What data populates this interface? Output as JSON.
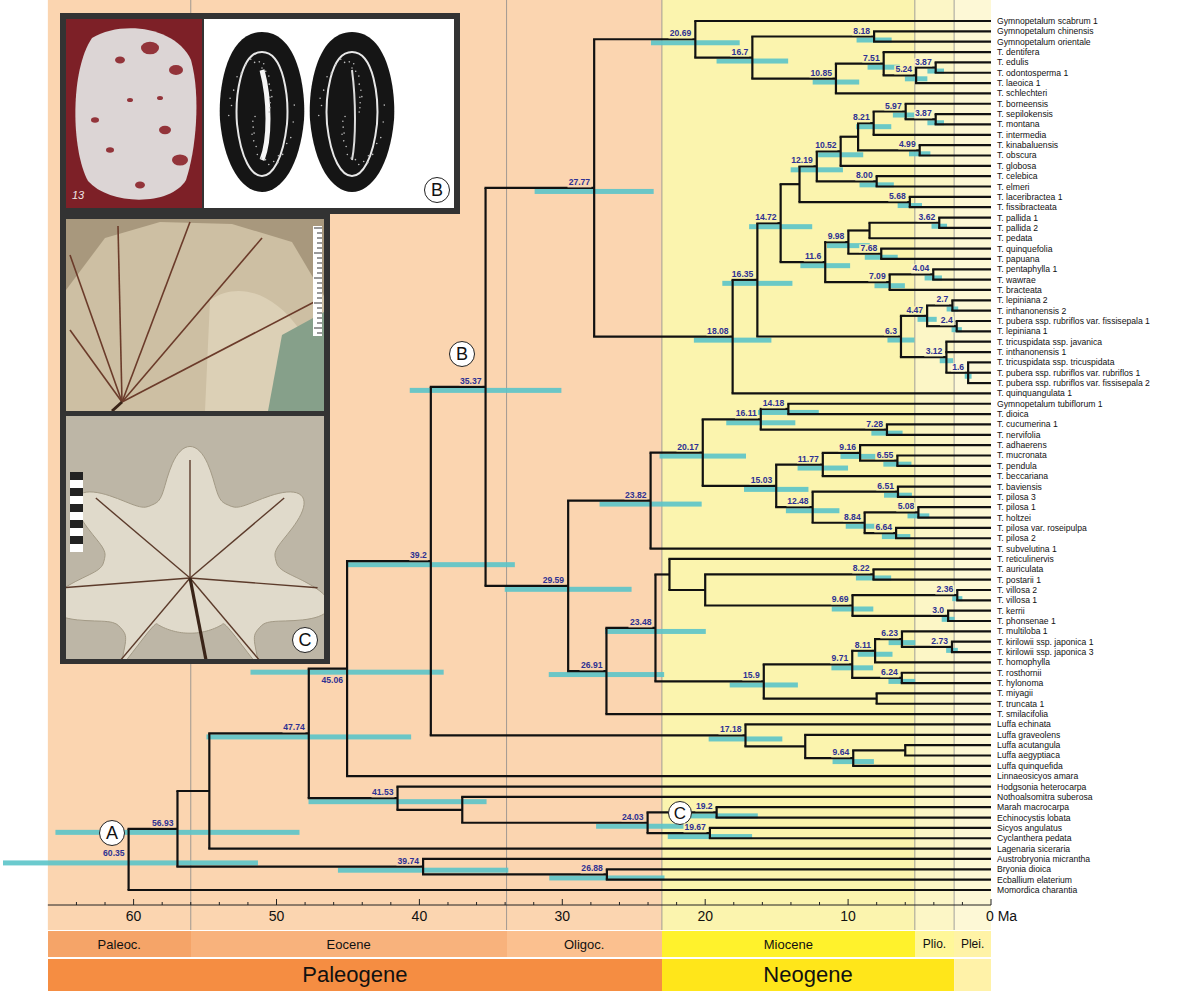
{
  "diagram": {
    "nodes": [
      {
        "text": [
          "B"
        ]
      },
      {
        "text": [
          "B"
        ]
      },
      {
        "text": [
          "C"
        ]
      },
      {
        "text": [
          "C"
        ]
      },
      {
        "text": [
          "A"
        ]
      },
      {
        "text": [
          "Paleoc."
        ]
      },
      {
        "text": [
          "Eocene"
        ]
      },
      {
        "text": [
          "Oligoc."
        ]
      },
      {
        "text": [
          "Miocene"
        ]
      },
      {
        "text": [
          "Plio."
        ]
      },
      {
        "text": [
          "Plei."
        ]
      },
      {
        "text": [
          "Paleogene"
        ]
      },
      {
        "text": [
          "Neogene"
        ]
      }
    ],
    "labels": [
      "Gymnopetalum scabrum 1",
      "Gymnopetalum chinensis",
      "Gymnopetalum orientale",
      "T. dentifera",
      "T. edulis",
      "T. odontosperma 1",
      "T. laeoica 1",
      "T. schlechteri",
      "T. borneensis",
      "T. sepilokensis",
      "T. montana",
      "T. intermedia",
      "T. kinabaluensis",
      "T. obscura",
      "T. globosa",
      "T. celebica",
      "T. elmeri",
      "T. laceribractea 1",
      "T. fissibracteata",
      "T. pallida 1",
      "T. pallida 2",
      "T. pedata",
      "T. quinquefolia",
      "T. papuana",
      "T. pentaphylla 1",
      "T. wawrae",
      "T. bracteata",
      "T. lepiniana 2",
      "T. inthanonensis 2",
      "T. pubera ssp. rubriflos var. fissisepala 1",
      "T. lepiniana 1",
      "T. tricuspidata ssp. javanica",
      "T. inthanonensis 1",
      "T. tricuspidata ssp. tricuspidata",
      "T. pubera ssp. rubriflos var. rubriflos 1",
      "T. pubera ssp. rubriflos var. fissisepala 2",
      "T. quinquangulata 1",
      "Gymnopetalum tubiflorum 1",
      "T. dioica",
      "T. cucumerina 1",
      "T. nervifolia",
      "T. adhaerens",
      "T. mucronata",
      "T. pendula",
      "T. beccariana",
      "T. baviensis",
      "T. pilosa 3",
      "T. pilosa 1",
      "T. holtzei",
      "T. pilosa var. roseipulpa",
      "T. pilosa 2",
      "T. subvelutina 1",
      "T. reticulinervis",
      "T. auriculata",
      "T. postarii 1",
      "T. villosa 2",
      "T. villosa 1",
      "T. kerrii",
      "T. phonsenae 1",
      "T. multiloba 1",
      "T. kirilowii ssp. japonica 1",
      "T. kirilowii ssp. japonica 3",
      "T. homophylla",
      "T. rosthornii",
      "T. hylonoma",
      "T. miyagii",
      "T. truncata 1",
      "T. smilacifolia",
      "Luffa echinata",
      "Luffa graveolens",
      "Luffa acutangula",
      "Luffa aegyptiaca",
      "Luffa quinquefida",
      "Linnaeosicyos amara",
      "Hodgsonia heterocarpa",
      "Nothoalsomitra suberosa",
      "Marah macrocarpa",
      "Echinocystis lobata",
      "Sicyos angulatus",
      "Cyclanthera pedata",
      "Lagenaria siceraria",
      "Austrobryonia micrantha",
      "Bryonia dioica",
      "Ecballium elaterium",
      "Momordica charantia",
      "20.69",
      "8.18",
      "16.7",
      "7.51",
      "3.87",
      "5.24",
      "10.85",
      "5.97",
      "3.87",
      "8.21",
      "10.52",
      "4.99",
      "12.19",
      "8.00",
      "27.77",
      "14.72",
      "5.68",
      "3.62",
      "9.98",
      "7.68",
      "11.6",
      "16.35",
      "7.09",
      "4.04",
      "2.7",
      "4.47",
      "2.4",
      "6.3",
      "18.08",
      "3.12",
      "1.6",
      "35.37",
      "14.18",
      "16.11",
      "7.28",
      "20.17",
      "9.16",
      "11.77",
      "6.55",
      "23.82",
      "15.03",
      "6.51",
      "12.48",
      "5.08",
      "8.84",
      "6.64",
      "39.2",
      "29.59",
      "8.22",
      "23.48",
      "2.36",
      "9.69",
      "3.0",
      "26.91",
      "6.23",
      "2.73",
      "8.11",
      "9.71",
      "6.24",
      "15.9",
      "45.06",
      "17.18",
      "9.64",
      "47.74",
      "41.53",
      "24.03",
      "19.2",
      "19.67",
      "56.93",
      "60.35",
      "39.74",
      "26.88",
      "60",
      "50",
      "40",
      "30",
      "20",
      "10",
      "0 Ma",
      "13"
    ]
  }
}
